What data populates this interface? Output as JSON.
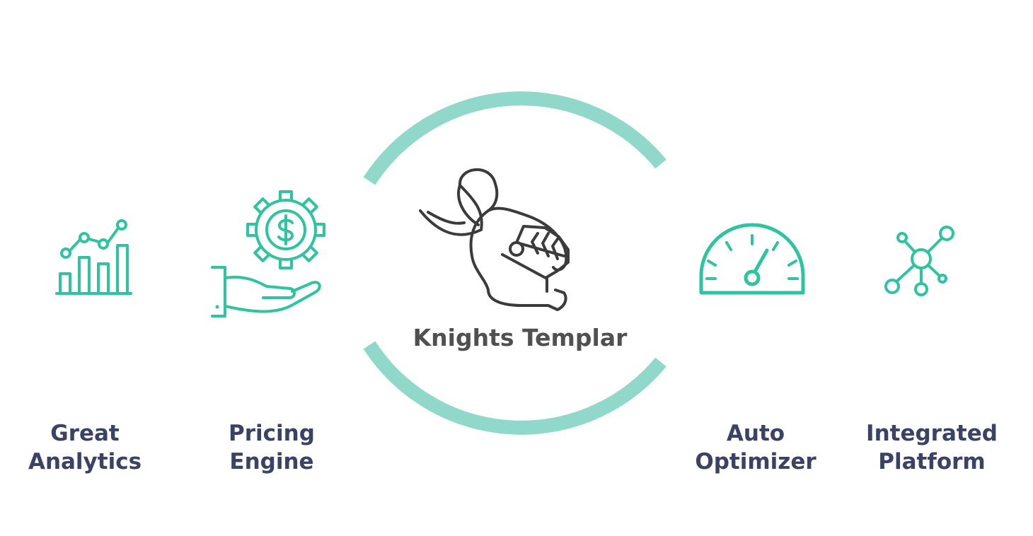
{
  "center": {
    "title": "Knights Templar",
    "icon": "knight-helmet-icon"
  },
  "features": [
    {
      "icon": "analytics-chart-icon",
      "label_line1": "Great",
      "label_line2": "Analytics"
    },
    {
      "icon": "pricing-gear-hand-icon",
      "label_line1": "Pricing",
      "label_line2": "Engine"
    },
    {
      "icon": "speedometer-icon",
      "label_line1": "Auto",
      "label_line2": "Optimizer"
    },
    {
      "icon": "network-nodes-icon",
      "label_line1": "Integrated",
      "label_line2": "Platform"
    }
  ],
  "colors": {
    "accent": "#2ec4a0",
    "ring": "#8fd8ca",
    "label": "#3a4266",
    "title": "#505050",
    "icon_dark": "#3b3b3b"
  }
}
